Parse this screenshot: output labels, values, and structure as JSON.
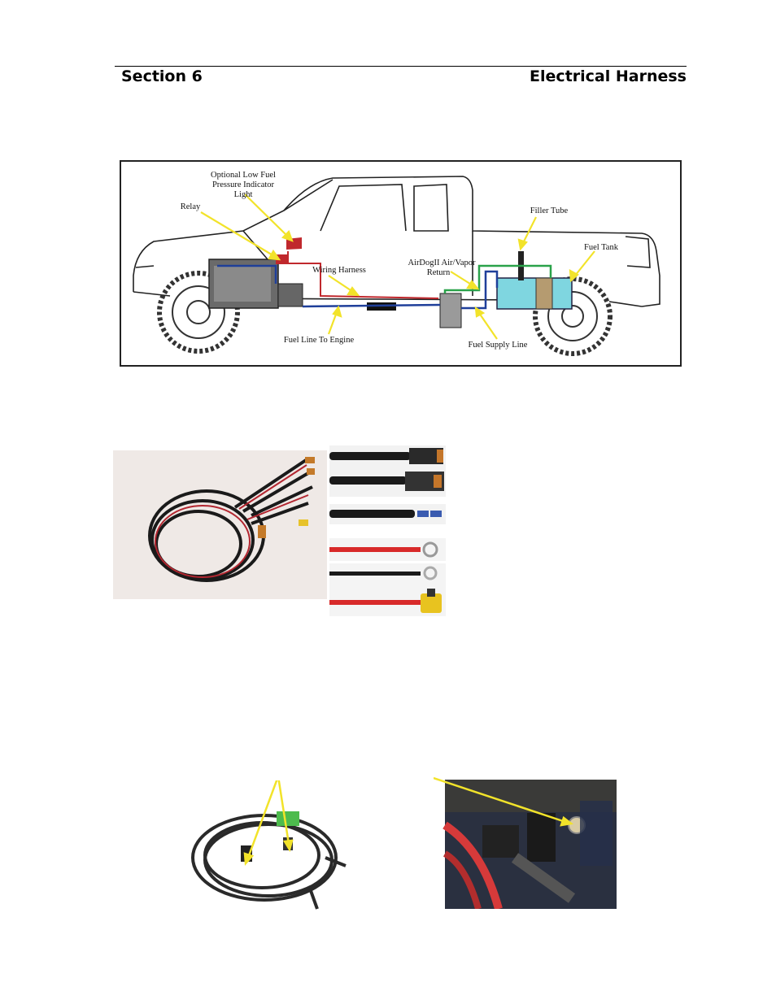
{
  "header": {
    "section": "Section 6",
    "title": "Electrical Harness"
  },
  "diagram": {
    "labels": {
      "indicator_line1": "Optional Low Fuel",
      "indicator_line2": "Pressure Indicator",
      "indicator_line3": "Light",
      "relay": "Relay",
      "filler_tube": "Filler Tube",
      "fuel_tank": "Fuel Tank",
      "wiring_harness": "Wiring Harness",
      "return_line1": "AirDogII Air/Vapor",
      "return_line2": "Return",
      "fuel_line_engine": "Fuel Line To Engine",
      "fuel_supply_line": "Fuel Supply Line"
    },
    "colors": {
      "electrical": "#c0282d",
      "fuel": "#1f3f9a",
      "return": "#2aa24a",
      "tank": "#7fd6e0",
      "pointer": "#f2e32a"
    }
  },
  "photos": {
    "icons": [
      "harness-kit-photo",
      "connector-weatherpack-photo",
      "connector-metripack-photo",
      "spade-terminal-photo",
      "ring-terminal-red-photo",
      "ring-terminal-black-photo",
      "fuse-holder-photo",
      "coiled-harness-photo",
      "engine-bay-ground-photo"
    ]
  }
}
